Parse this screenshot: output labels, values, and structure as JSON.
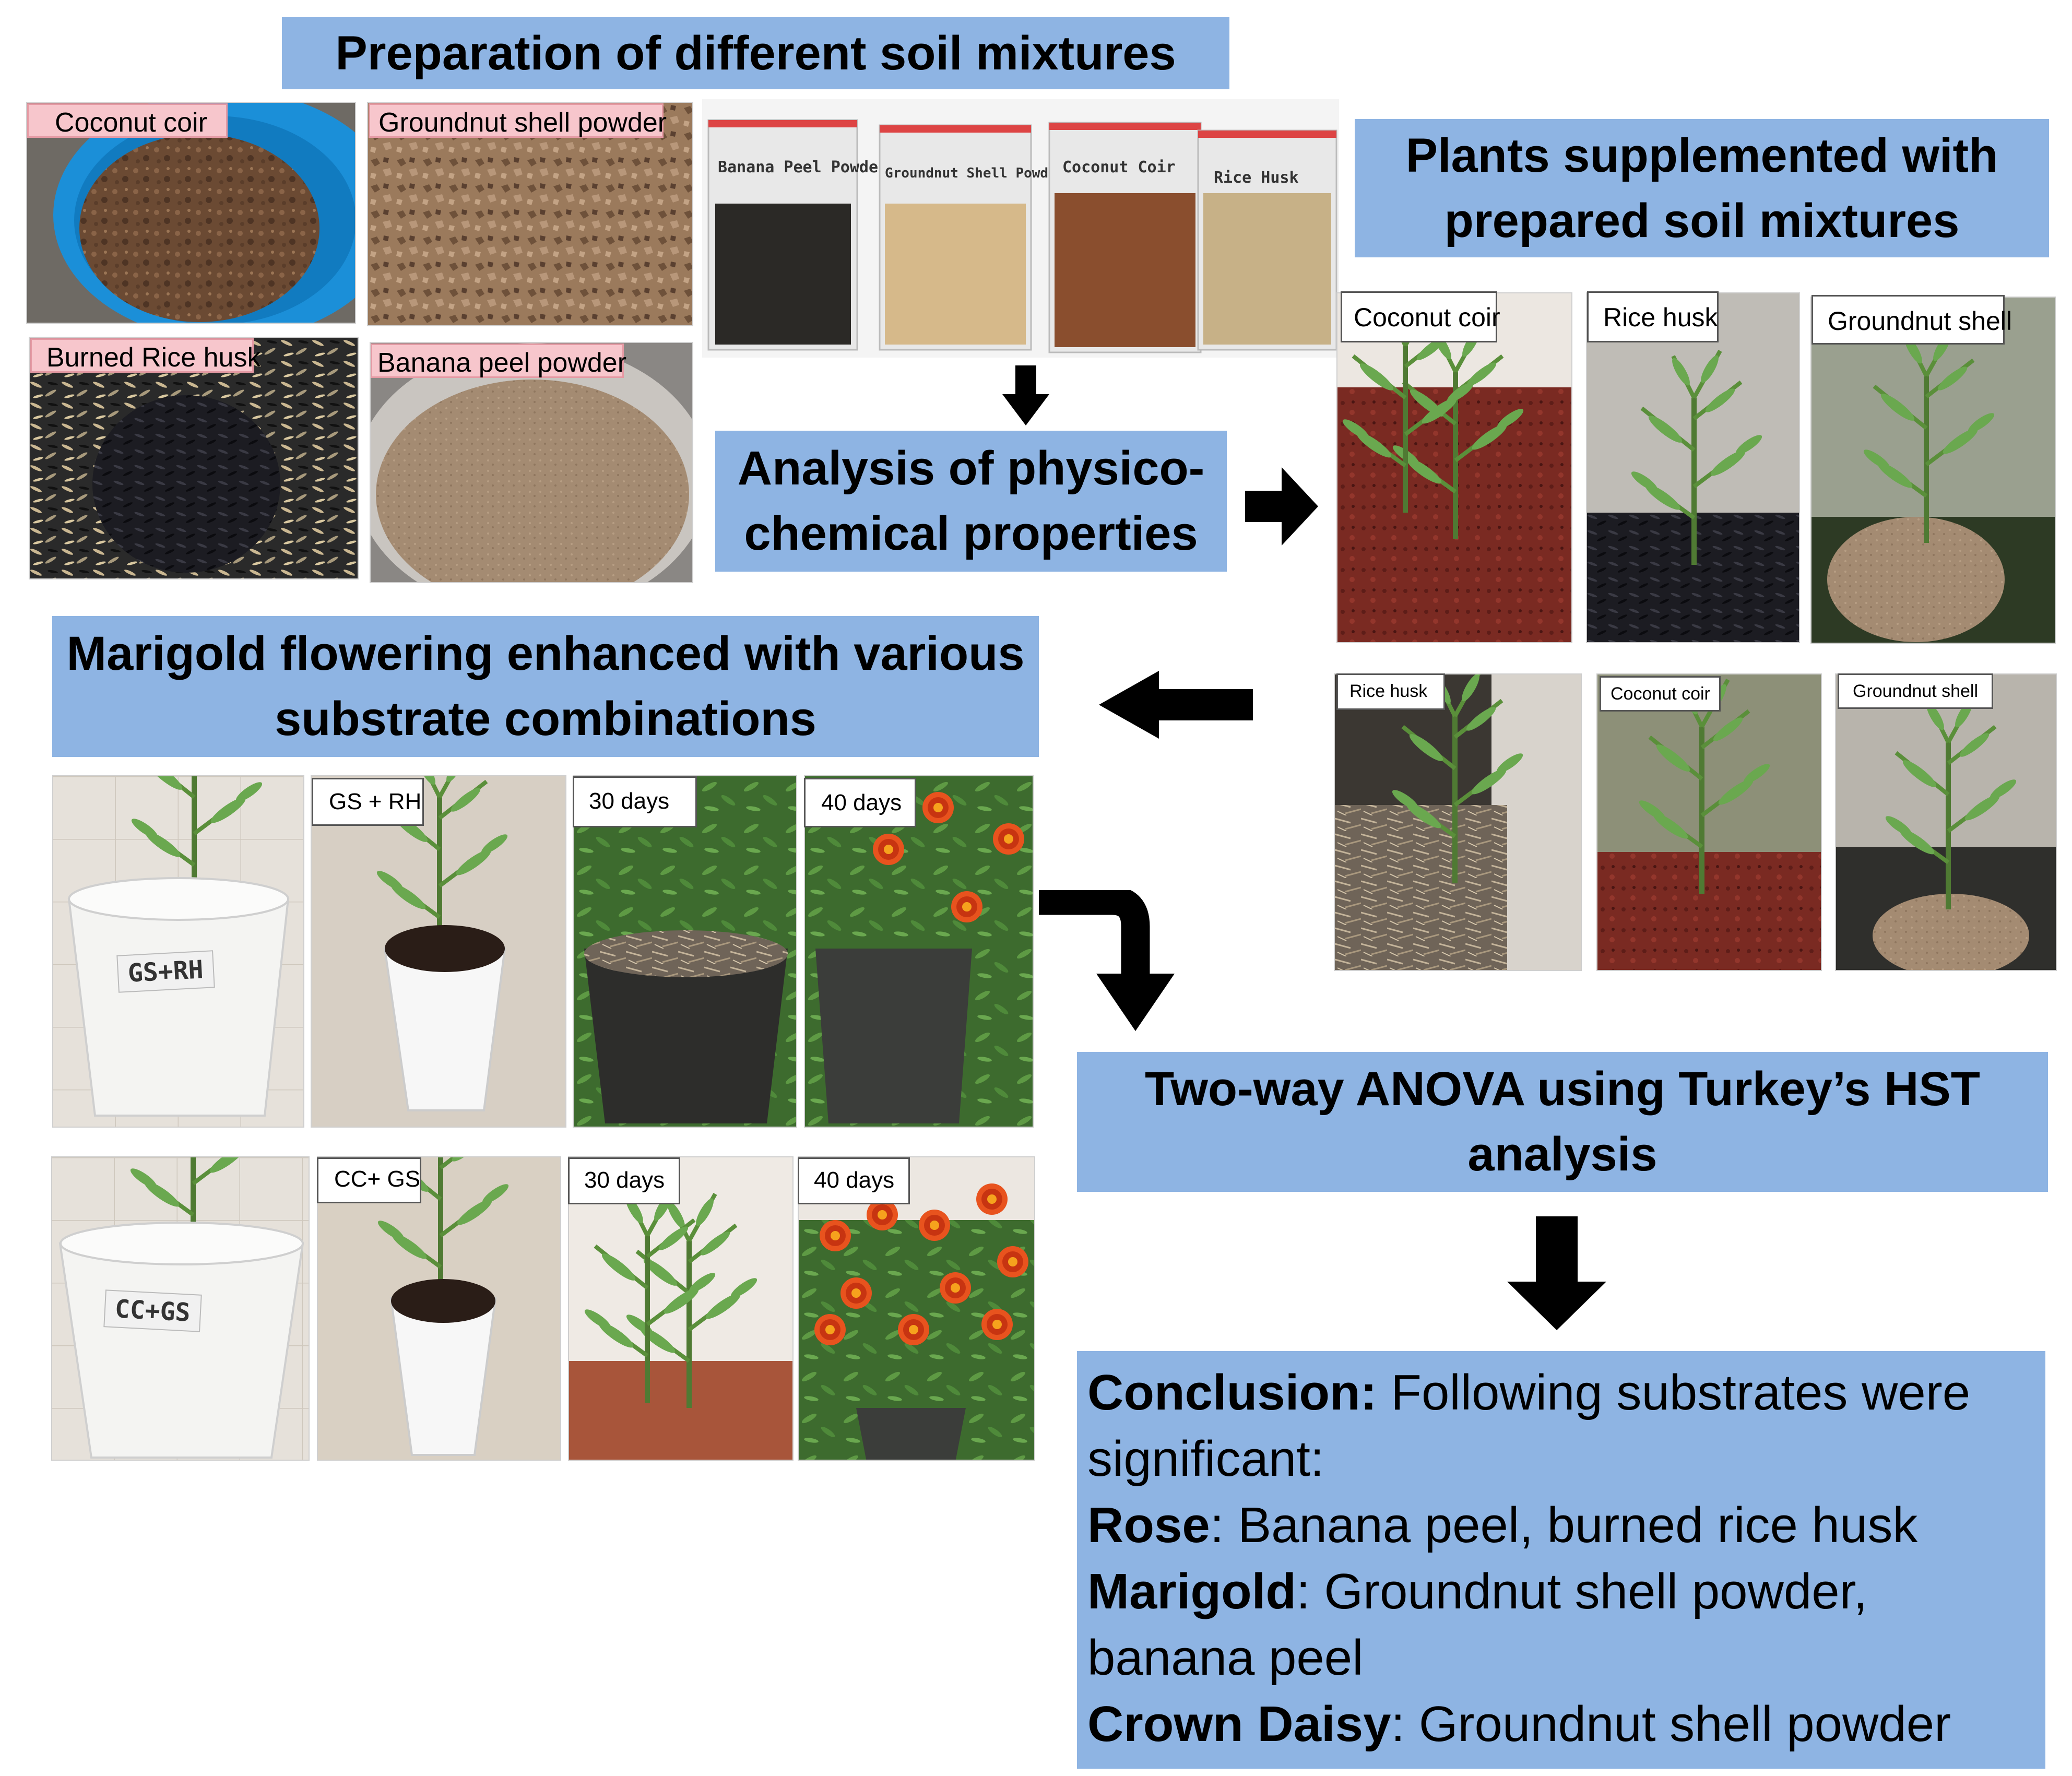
{
  "banners": {
    "prep": "Preparation of different soil mixtures",
    "plants_line1": "Plants supplemented with",
    "plants_line2": "prepared soil mixtures",
    "analysis_line1": "Analysis of physico-",
    "analysis_line2": "chemical properties",
    "marigold_line1": "Marigold flowering enhanced with various",
    "marigold_line2": "substrate combinations",
    "anova_line1": "Two-way ANOVA using Turkey’s HST",
    "anova_line2": "analysis"
  },
  "materials": {
    "coconut": "Coconut coir",
    "groundnut": "Groundnut shell powder",
    "rice": "Burned Rice husk",
    "banana": "Banana peel powder"
  },
  "packets": [
    "Banana Peel Powder",
    "Groundnut Shell Powder",
    "Coconut Coir",
    "Rice Husk"
  ],
  "plants_top": [
    "Coconut coir",
    "Rice husk",
    "Groundnut shell"
  ],
  "plants_bottom": [
    "Rice husk",
    "Coconut coir",
    "Groundnut shell"
  ],
  "row1": {
    "pot_label": "GS+RH",
    "tag1": "GS + RH",
    "tag2": "30 days",
    "tag3": "40 days"
  },
  "row2": {
    "pot_label": "CC+GS",
    "tag1": "CC+ GS",
    "tag2": "30 days",
    "tag3": "40 days"
  },
  "conclusion": {
    "label": "Conclusion:",
    "intro": " Following substrates were significant:",
    "rose_label": "Rose",
    "rose_text": ": Banana peel, burned rice husk",
    "marigold_label": "Marigold",
    "marigold_text": ": Groundnut shell powder, banana peel",
    "daisy_label": "Crown Daisy",
    "daisy_text": ":  Groundnut shell powder"
  },
  "colors": {
    "banner": "#8eb4e3",
    "tag_pink": "#f7c6cc",
    "arrow": "#000000"
  }
}
